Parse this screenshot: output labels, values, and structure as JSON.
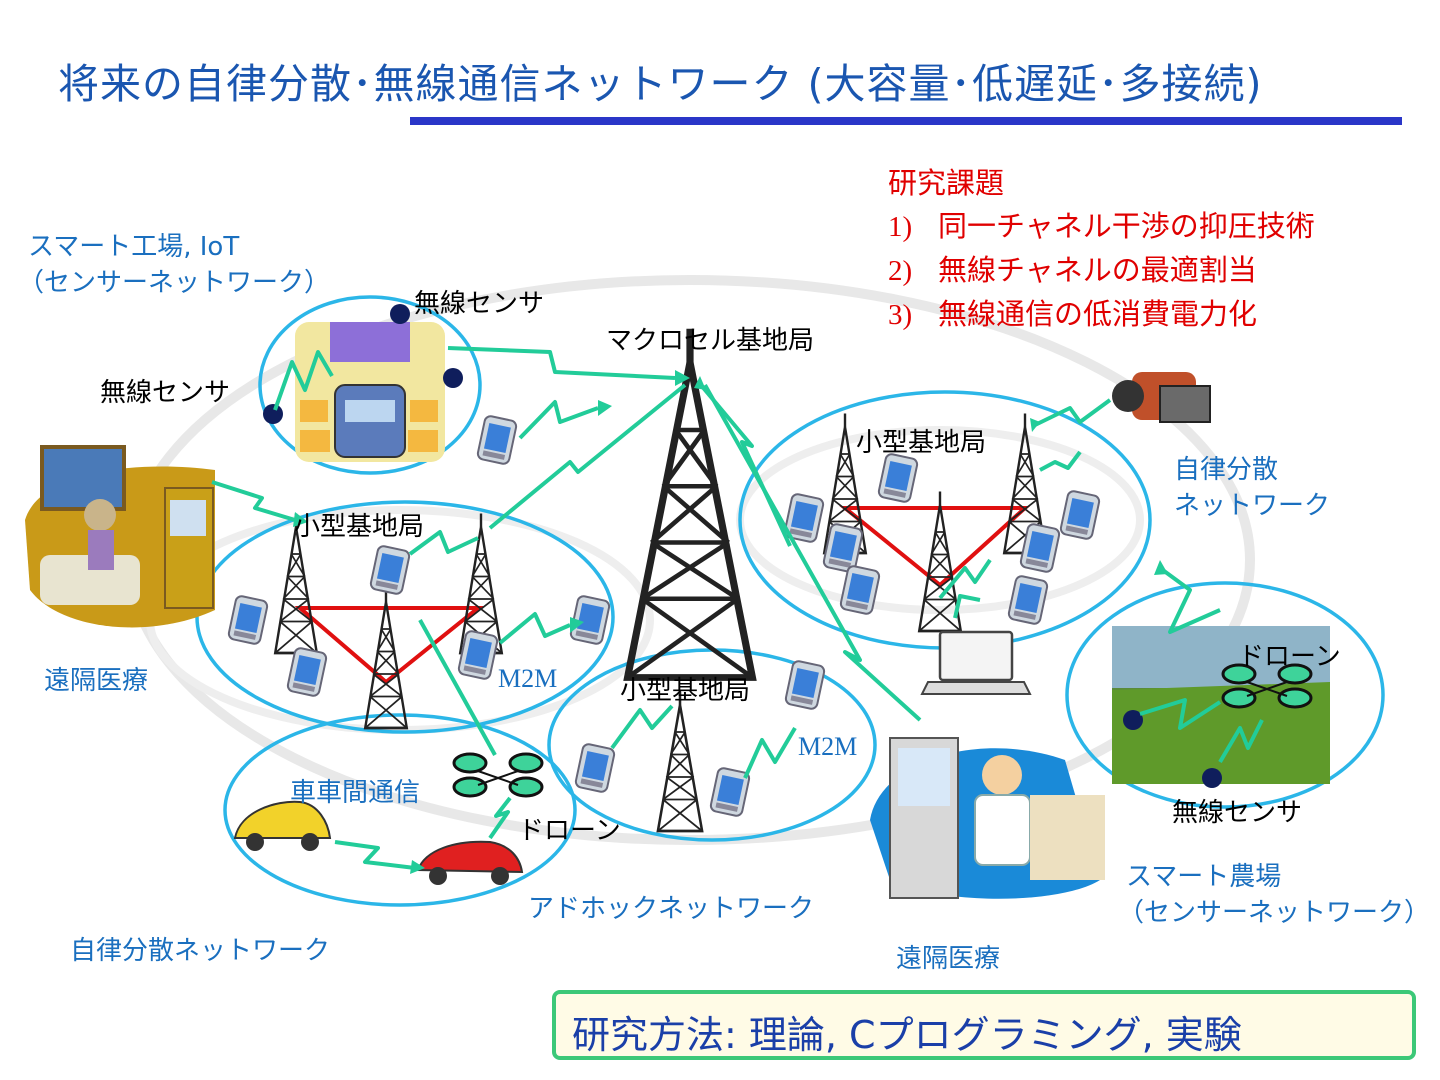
{
  "title": "将来の自律分散･無線通信ネットワーク (大容量･低遅延･多接続)",
  "research": {
    "heading": "研究課題",
    "items": [
      {
        "num": "1)",
        "text": "同一チャネル干渉の抑圧技術"
      },
      {
        "num": "2)",
        "text": "無線チャネルの最適割当"
      },
      {
        "num": "3)",
        "text": "無線通信の低消費電力化"
      }
    ]
  },
  "labels": {
    "smart_factory": "スマート工場, IoT",
    "sensor_network_1": "（センサーネットワーク）",
    "wireless_sensor_top": "無線センサ",
    "wireless_sensor_left": "無線センサ",
    "macro_bs": "マクロセル基地局",
    "small_bs_left": "小型基地局",
    "small_bs_right": "小型基地局",
    "small_bs_center": "小型基地局",
    "autonomous_net_right": "自律分散",
    "autonomous_net_right2": "ネットワーク",
    "remote_medical_left": "遠隔医療",
    "m2m_left": "M2M",
    "m2m_center": "M2M",
    "v2v": "車車間通信",
    "drone_left": "ドローン",
    "drone_right": "ドローン",
    "wireless_sensor_right": "無線センサ",
    "adhoc": "アドホックネットワーク",
    "autonomous_net_bottom": "自律分散ネットワーク",
    "smart_farm": "スマート農場",
    "sensor_network_2": "（センサーネットワーク）",
    "remote_medical_right": "遠隔医療"
  },
  "method": "研究方法:  理論, Cプログラミング, 実験",
  "colors": {
    "title": "#1a56b0",
    "accent_bar": "#2a36c8",
    "research": "#e00000",
    "ellipse": "#2bb6e8",
    "link": "#22cc99",
    "triangle": "#e01010"
  }
}
